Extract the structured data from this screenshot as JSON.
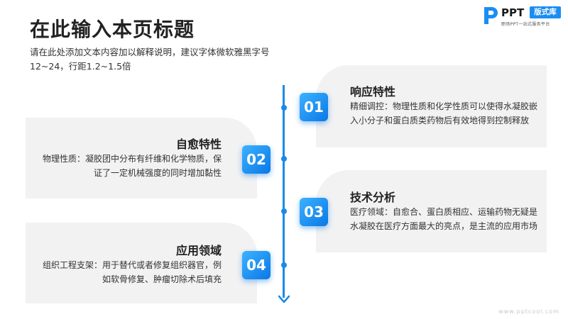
{
  "page": {
    "title": "在此输入本页标题",
    "subtitle": "请在此处添加文本内容加以解释说明，建议字体微软雅黑字号12~24，行距1.2~1.5倍"
  },
  "logo": {
    "text": "PPT",
    "badge": "版式库",
    "tagline": "职场PPT一站式服务平台"
  },
  "items": [
    {
      "num": "01",
      "title": "响应特性",
      "desc": "精细调控：物理性质和化学性质可以使得水凝胶嵌入小分子和蛋白质类药物后有效地得到控制释放",
      "side": "right"
    },
    {
      "num": "02",
      "title": "自愈特性",
      "desc": "物理性质：凝胶团中分布有纤维和化学物质，保证了一定机械强度的同时增加黏性",
      "side": "left"
    },
    {
      "num": "03",
      "title": "技术分析",
      "desc": "医疗领域：自愈合、蛋白质相应、运输药物无疑是水凝胶在医疗方面最大的亮点，是主流的应用市场",
      "side": "right"
    },
    {
      "num": "04",
      "title": "应用领域",
      "desc": "组织工程支架：用于替代或者修复组织器官，例如软骨修复、肿瘤切除术后填充",
      "side": "left"
    }
  ],
  "watermark": "www.pptcool.com",
  "colors": {
    "accent": "#1a8ae8",
    "card_bg": "#f2f2f2",
    "badge_gradient_start": "#3cb2ff",
    "badge_gradient_end": "#0a78e6"
  },
  "icons": {
    "logo": "p-logo-icon",
    "timeline_end": "arrow-down-icon"
  }
}
